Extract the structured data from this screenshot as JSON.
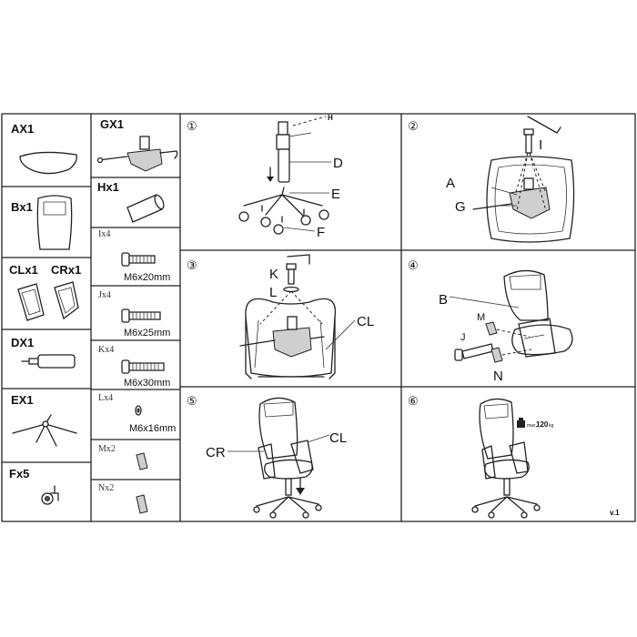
{
  "parts": {
    "A": {
      "label": "AX1"
    },
    "B": {
      "label": "Bx1"
    },
    "C": {
      "label": "CLx1",
      "label2": "CRx1"
    },
    "D": {
      "label": "DX1"
    },
    "E": {
      "label": "EX1"
    },
    "F": {
      "label": "Fx5"
    },
    "G": {
      "label": "GX1"
    },
    "H": {
      "label": "Hx1"
    },
    "I": {
      "label": "Ix4",
      "size": "M6x20mm"
    },
    "J": {
      "label": "Jx4",
      "size": "M6x25mm"
    },
    "K": {
      "label": "Kx4",
      "size": "M6x30mm"
    },
    "L": {
      "label": "Lx4",
      "size": "M6x16mm"
    },
    "M": {
      "label": "Mx2"
    },
    "N": {
      "label": "Nx2"
    }
  },
  "steps": {
    "s1": {
      "num": "①",
      "callouts": {
        "h": "H",
        "d": "D",
        "e": "E",
        "f": "F"
      }
    },
    "s2": {
      "num": "②",
      "callouts": {
        "i": "I",
        "a": "A",
        "g": "G"
      }
    },
    "s3": {
      "num": "③",
      "callouts": {
        "k": "K",
        "l": "L",
        "cl": "CL"
      }
    },
    "s4": {
      "num": "④",
      "callouts": {
        "b": "B",
        "m": "M",
        "j": "J",
        "n": "N"
      }
    },
    "s5": {
      "num": "⑤",
      "callouts": {
        "cr": "CR",
        "cl": "CL"
      }
    },
    "s6": {
      "num": "⑥",
      "weight_prefix": "max.",
      "weight_value": "120",
      "weight_unit": "kg"
    }
  },
  "version": "v.1"
}
